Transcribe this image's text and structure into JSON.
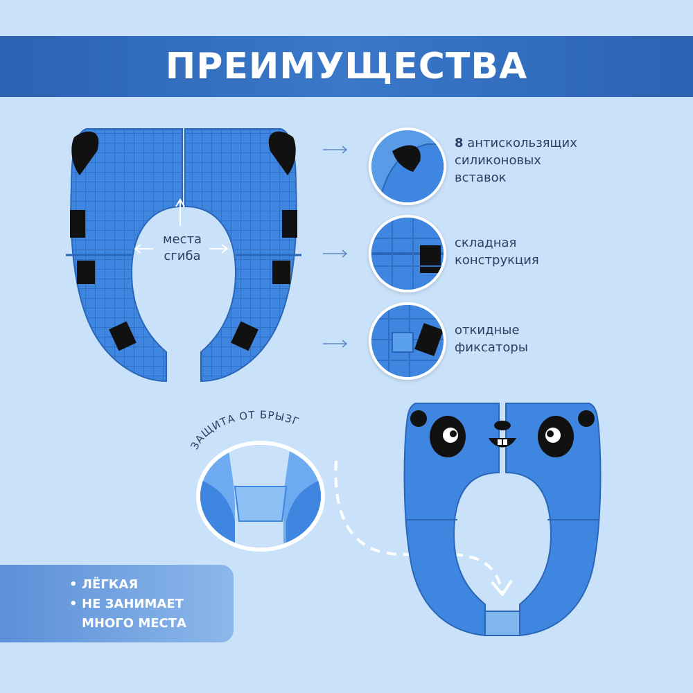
{
  "banner": {
    "title": "ПРЕИМУЩЕСТВА"
  },
  "fold": {
    "label_line1": "места",
    "label_line2": "сгиба"
  },
  "features": [
    {
      "number": "8",
      "line1": "антискользящих",
      "line2": "силиконовых",
      "line3": "вставок",
      "icon": "anti-slip-insert-zoom"
    },
    {
      "line1": "складная",
      "line2": "конструкция",
      "icon": "folding-structure-zoom"
    },
    {
      "line1": "откидные",
      "line2": "фиксаторы",
      "icon": "flip-latch-zoom"
    }
  ],
  "splash": {
    "label": "ЗАЩИТА ОТ БРЫЗГ",
    "icon": "splash-guard-zoom"
  },
  "bullets": [
    {
      "line1": "ЛЁГКАЯ"
    },
    {
      "line1": "НЕ ЗАНИМАЕТ",
      "line2": "МНОГО МЕСТА"
    }
  ],
  "colors": {
    "background": "#c9e2fa",
    "banner": "#2c63b3",
    "product_blue": "#3f86e0",
    "text": "#2a3f66"
  }
}
